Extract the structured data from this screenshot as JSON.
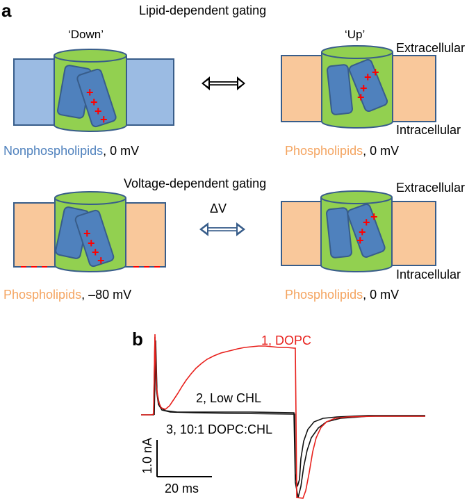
{
  "panel_a": {
    "label": "a",
    "lipid_section": {
      "title": "Lipid-dependent gating",
      "left": {
        "state": "‘Down’",
        "lipid_name": "Nonphospholipids",
        "potential": ", 0 mV"
      },
      "right": {
        "state": "‘Up’",
        "lipid_name": "Phospholipids",
        "potential": ", 0 mV",
        "extracellular": "Extracellular",
        "intracellular": "Intracellular"
      }
    },
    "voltage_section": {
      "title": "Voltage-dependent gating",
      "arrow_label": "ΔV",
      "left": {
        "lipid_name": "Phospholipids",
        "potential": ", –80 mV"
      },
      "right": {
        "lipid_name": "Phospholipids",
        "potential": ", 0 mV",
        "extracellular": "Extracellular",
        "intracellular": "Intracellular"
      }
    },
    "colors": {
      "nonphospholipid": "#9bbbe3",
      "phospholipid": "#f9c89b",
      "phospholipid_text": "#f4a460",
      "nonphospholipid_text": "#4f81bd",
      "channel": "#92d050",
      "sensor": "#4f81bd",
      "outline": "#385d8a",
      "charge": "#ff0000"
    }
  },
  "panel_b": {
    "label": "b",
    "trace_labels": {
      "dopc": "1, DOPC",
      "low_chl": "2, Low CHL",
      "ratio": "3, 10:1 DOPC:CHL"
    },
    "scale_bar": {
      "current": "1.0 nA",
      "time": "20 ms"
    },
    "colors": {
      "dopc": "#e8201c",
      "cholesterol": "#111111"
    }
  }
}
